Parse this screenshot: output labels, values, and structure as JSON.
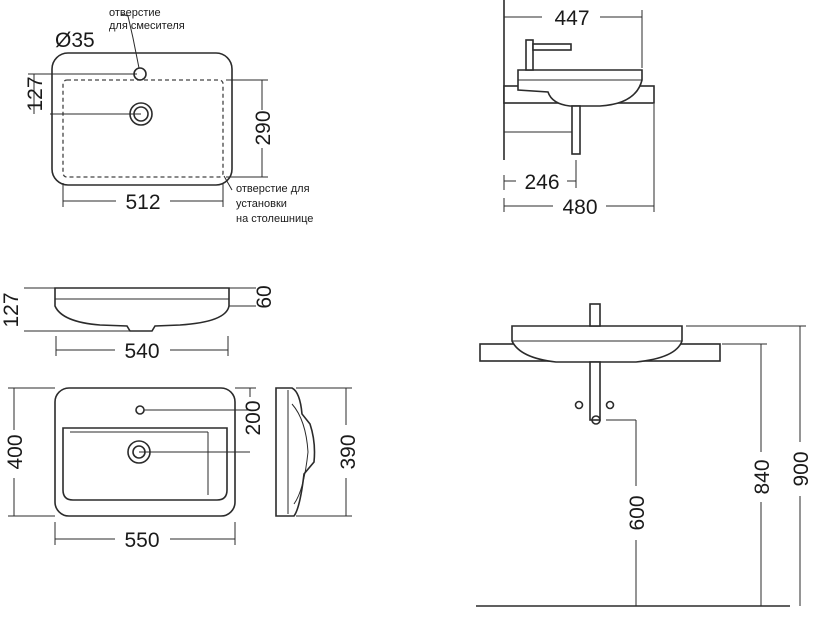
{
  "top_view": {
    "mixer_hole": "Ø35",
    "mixer_note_1": "отверстие",
    "mixer_note_2": "для смесителя",
    "dim_127": "127",
    "dim_290": "290",
    "dim_512": "512",
    "cutout_note_1": "отверстие для",
    "cutout_note_2": "установки",
    "cutout_note_3": "на столешнице"
  },
  "side_view_right": {
    "dim_447": "447",
    "dim_246": "246",
    "dim_480": "480"
  },
  "front_profile": {
    "dim_127": "127",
    "dim_60": "60",
    "dim_540": "540"
  },
  "plan_view": {
    "dim_400": "400",
    "dim_200": "200",
    "dim_550": "550"
  },
  "side_profile": {
    "dim_390": "390"
  },
  "installation_view": {
    "dim_600": "600",
    "dim_840": "840",
    "dim_900": "900"
  }
}
